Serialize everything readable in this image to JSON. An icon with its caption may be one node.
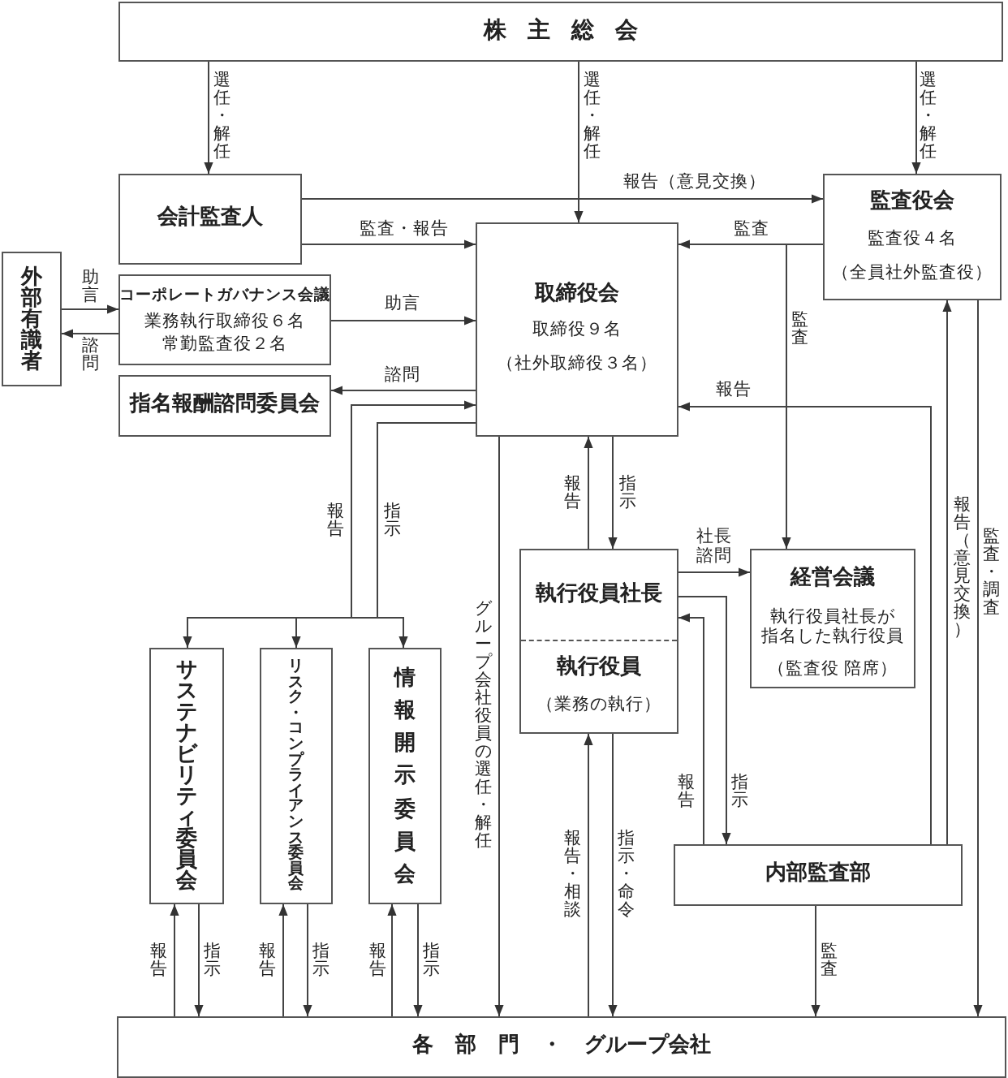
{
  "diagram": {
    "nodes": [
      {
        "text": [
          "株主総会"
        ]
      },
      {
        "text": [
          "会計監査人"
        ]
      },
      {
        "text": [
          "監査役会",
          "監査役４名",
          "（全員社外監査役）"
        ]
      },
      {
        "text": [
          "外部有識者"
        ]
      },
      {
        "text": [
          "コーポレートガバナンス会議",
          "業務執行取締役６名",
          "常勤監査役２名"
        ]
      },
      {
        "text": [
          "取締役会",
          "取締役９名",
          "（社外取締役３名）"
        ]
      },
      {
        "text": [
          "指名報酬諮問委員会"
        ]
      },
      {
        "text": [
          "サステナビリティ委員会"
        ]
      },
      {
        "text": [
          "リスク・コンプライアンス委員会"
        ]
      },
      {
        "text": [
          "情報開示委員会"
        ]
      },
      {
        "text": [
          "執行役員社長",
          "執行役員",
          "（業務の執行）"
        ]
      },
      {
        "text": [
          "経営会議",
          "執行役員社長が指名した執行役員",
          "（監査役 陪席）"
        ]
      },
      {
        "text": [
          "内部監査部"
        ]
      },
      {
        "text": [
          "各 部 門 ・ グループ会社"
        ]
      }
    ],
    "edges": [
      {
        "from": 0,
        "to": 1,
        "arrow": "to",
        "label": "選任・解任"
      },
      {
        "from": 0,
        "to": 5,
        "arrow": "to",
        "label": "選任・解任"
      },
      {
        "from": 0,
        "to": 2,
        "arrow": "to",
        "label": "選任・解任"
      },
      {
        "from": 1,
        "to": 2,
        "arrow": "to",
        "label": "報告（意見交換）"
      },
      {
        "from": 1,
        "to": 5,
        "arrow": "to",
        "label": "監査・報告"
      },
      {
        "from": 2,
        "to": 5,
        "arrow": "to",
        "label": "監査"
      },
      {
        "from": 2,
        "to": 11,
        "arrow": "to",
        "label": "監査"
      },
      {
        "from": 3,
        "to": 4,
        "arrow": "to",
        "label": "助言"
      },
      {
        "from": 4,
        "to": 3,
        "arrow": "to",
        "label": "諮問"
      },
      {
        "from": 4,
        "to": 5,
        "arrow": "to",
        "label": "助言"
      },
      {
        "from": 5,
        "to": 6,
        "arrow": "to",
        "label": "諮問"
      },
      {
        "from": 7,
        "to": 5,
        "arrow": "to",
        "label": "報告"
      },
      {
        "from": 8,
        "to": 5,
        "arrow": "to"
      },
      {
        "from": 9,
        "to": 5,
        "arrow": "to"
      },
      {
        "from": 5,
        "to": 7,
        "arrow": "to",
        "label": "指示"
      },
      {
        "from": 5,
        "to": 8,
        "arrow": "to"
      },
      {
        "from": 5,
        "to": 9,
        "arrow": "to"
      },
      {
        "from": 5,
        "to": 13,
        "arrow": "to",
        "label": "グループ会社役員の選任・解任"
      },
      {
        "from": 10,
        "to": 5,
        "arrow": "to",
        "label": "報告"
      },
      {
        "from": 5,
        "to": 10,
        "arrow": "to",
        "label": "指示"
      },
      {
        "from": 10,
        "to": 11,
        "arrow": "to",
        "label": "社長諮問"
      },
      {
        "from": 12,
        "to": 5,
        "arrow": "to",
        "label": "報告"
      },
      {
        "from": 12,
        "to": 2,
        "arrow": "to",
        "label": "報告（意見交換）"
      },
      {
        "from": 2,
        "to": 13,
        "arrow": "to",
        "label": "監査・調査"
      },
      {
        "from": 12,
        "to": 10,
        "arrow": "to",
        "label": "報告"
      },
      {
        "from": 10,
        "to": 12,
        "arrow": "to",
        "label": "指示"
      },
      {
        "from": 12,
        "to": 13,
        "arrow": "to",
        "label": "監査"
      },
      {
        "from": 13,
        "to": 10,
        "arrow": "to",
        "label": "報告・相談"
      },
      {
        "from": 10,
        "to": 13,
        "arrow": "to",
        "label": "指示・命令"
      },
      {
        "from": 13,
        "to": 7,
        "arrow": "to",
        "label": "報告"
      },
      {
        "from": 7,
        "to": 13,
        "arrow": "to",
        "label": "指示"
      },
      {
        "from": 13,
        "to": 8,
        "arrow": "to",
        "label": "報告"
      },
      {
        "from": 8,
        "to": 13,
        "arrow": "to",
        "label": "指示"
      },
      {
        "from": 13,
        "to": 9,
        "arrow": "to",
        "label": "報告"
      },
      {
        "from": 9,
        "to": 13,
        "arrow": "to",
        "label": "指示"
      }
    ]
  }
}
